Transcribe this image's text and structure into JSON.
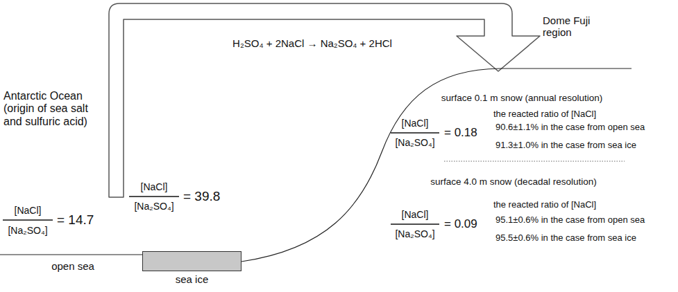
{
  "diagram": {
    "nodes": [
      {
        "text": [
          "sea ice"
        ]
      }
    ],
    "labels": [
      "H₂SO₄ + 2NaCl → Na₂SO₄ + 2HCl",
      "Dome Fuji region",
      "Antarctic Ocean (origin of sea salt and sulfuric acid)",
      "[NaCl]",
      "[Na₂SO₄]",
      "= 14.7",
      "open sea",
      "[NaCl]",
      "[Na₂SO₄]",
      "= 39.8",
      "surface 0.1 m snow (annual resolution)",
      "the reacted ratio of [NaCl]",
      "[NaCl]",
      "[Na₂SO₄]",
      "= 0.18",
      "90.6±1.1% in the case from open sea",
      "91.3±1.0% in the case from sea ice",
      "surface 4.0 m snow (decadal resolution)",
      "the reacted ratio of [NaCl]",
      "[NaCl]",
      "[Na₂SO₄]",
      "= 0.09",
      "95.1±0.6% in the case from open sea",
      "95.5±0.6% in the case from sea ice"
    ]
  }
}
